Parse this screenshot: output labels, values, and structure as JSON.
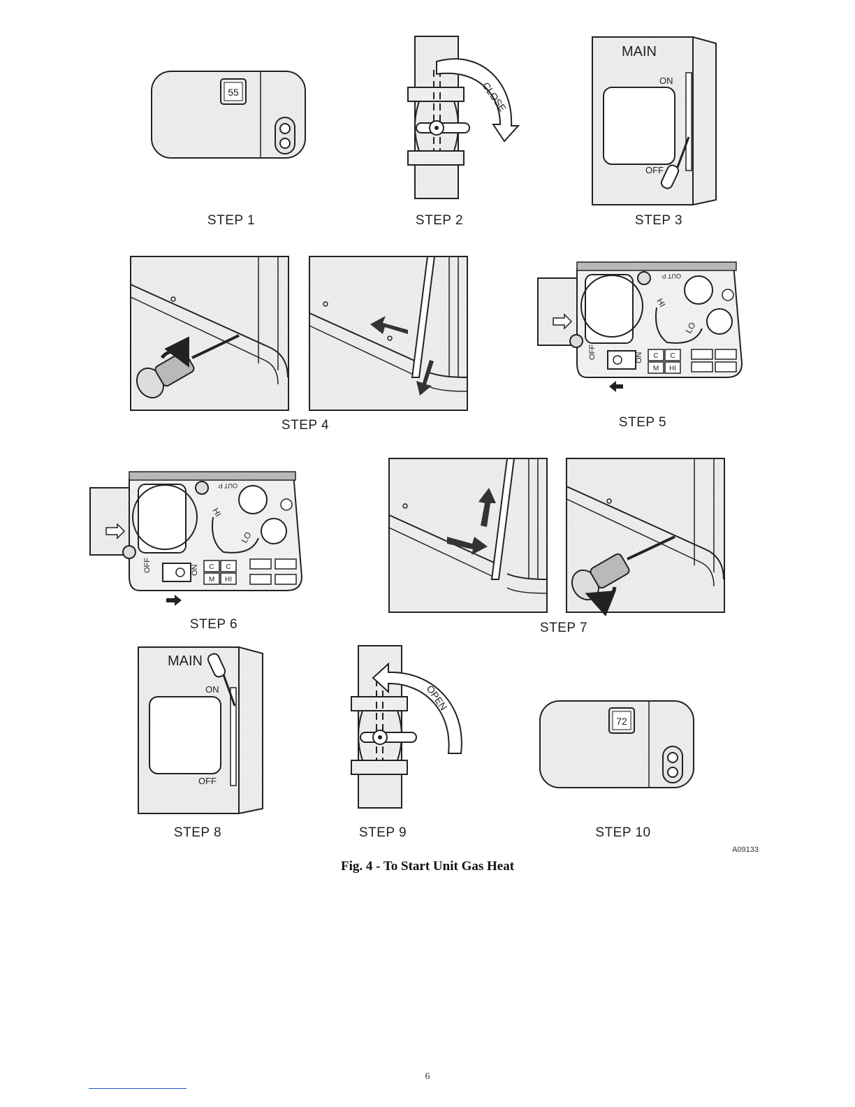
{
  "figure": {
    "caption": "Fig. 4 - To Start Unit Gas Heat",
    "code": "A09133",
    "page_number": "6"
  },
  "steps": [
    {
      "label": "STEP 1"
    },
    {
      "label": "STEP 2"
    },
    {
      "label": "STEP 3"
    },
    {
      "label": "STEP 4"
    },
    {
      "label": "STEP 5"
    },
    {
      "label": "STEP 6"
    },
    {
      "label": "STEP 7"
    },
    {
      "label": "STEP 8"
    },
    {
      "label": "STEP 9"
    },
    {
      "label": "STEP 10"
    }
  ],
  "thermostat_start": {
    "setting": "55"
  },
  "thermostat_end": {
    "setting": "72"
  },
  "valve_close": {
    "direction": "CLOSE"
  },
  "valve_open": {
    "direction": "OPEN"
  },
  "disconnect_off": {
    "title": "MAIN",
    "on": "ON",
    "off": "OFF"
  },
  "disconnect_on": {
    "title": "MAIN",
    "on": "ON",
    "off": "OFF"
  },
  "gas_valve": {
    "off": "OFF",
    "on": "ON",
    "hi": "HI",
    "lo": "LO",
    "out": "OUT P",
    "c": "C",
    "m": "M",
    "hi_terminal": "HI"
  }
}
